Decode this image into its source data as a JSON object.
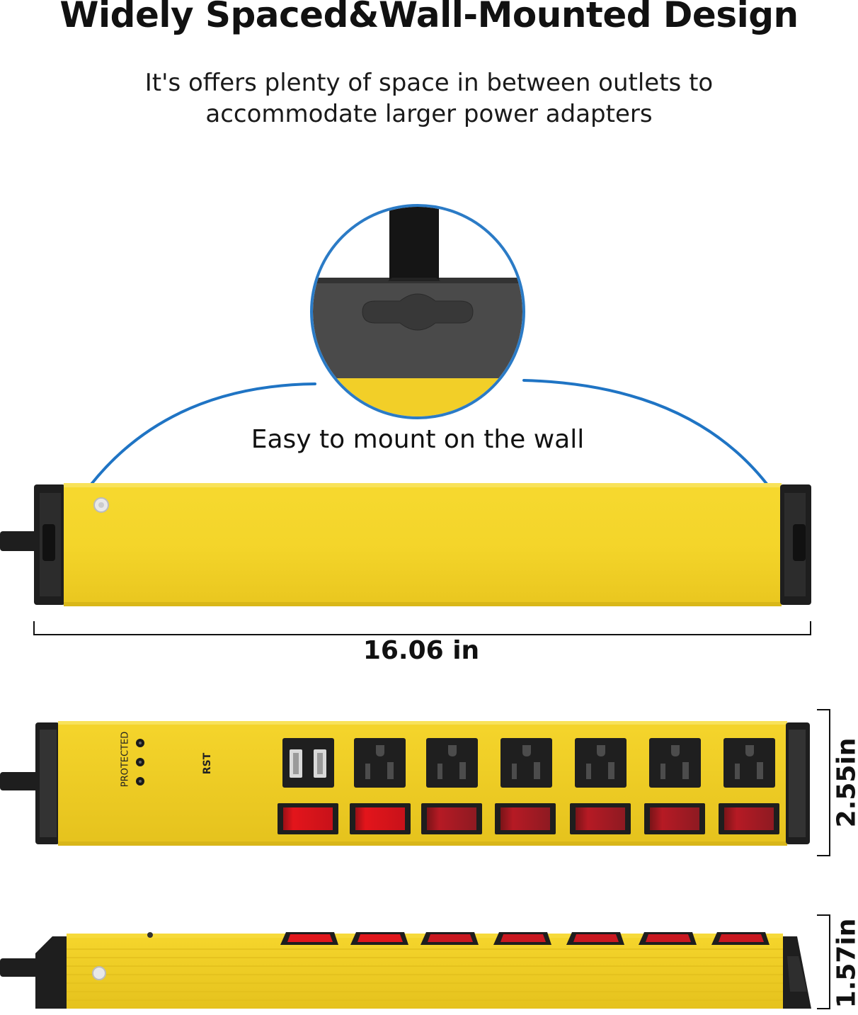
{
  "heading": "Widely Spaced&Wall-Mounted Design",
  "subheading_line1": "It's offers plenty of space in between outlets to",
  "subheading_line2": "accommodate larger power adapters",
  "mount_caption": "Easy to mount on the wall",
  "length_label": "16.06 in",
  "height_label": "2.55in",
  "depth_label": "1.57in",
  "device_labels": {
    "protected": "PROTECTED",
    "brand": "RST"
  },
  "colors": {
    "strip_yellow": "#f2d12a",
    "arrow_blue": "#1f74c4",
    "switch_red": "#e0161c",
    "frame_black": "#1b1b1b"
  }
}
